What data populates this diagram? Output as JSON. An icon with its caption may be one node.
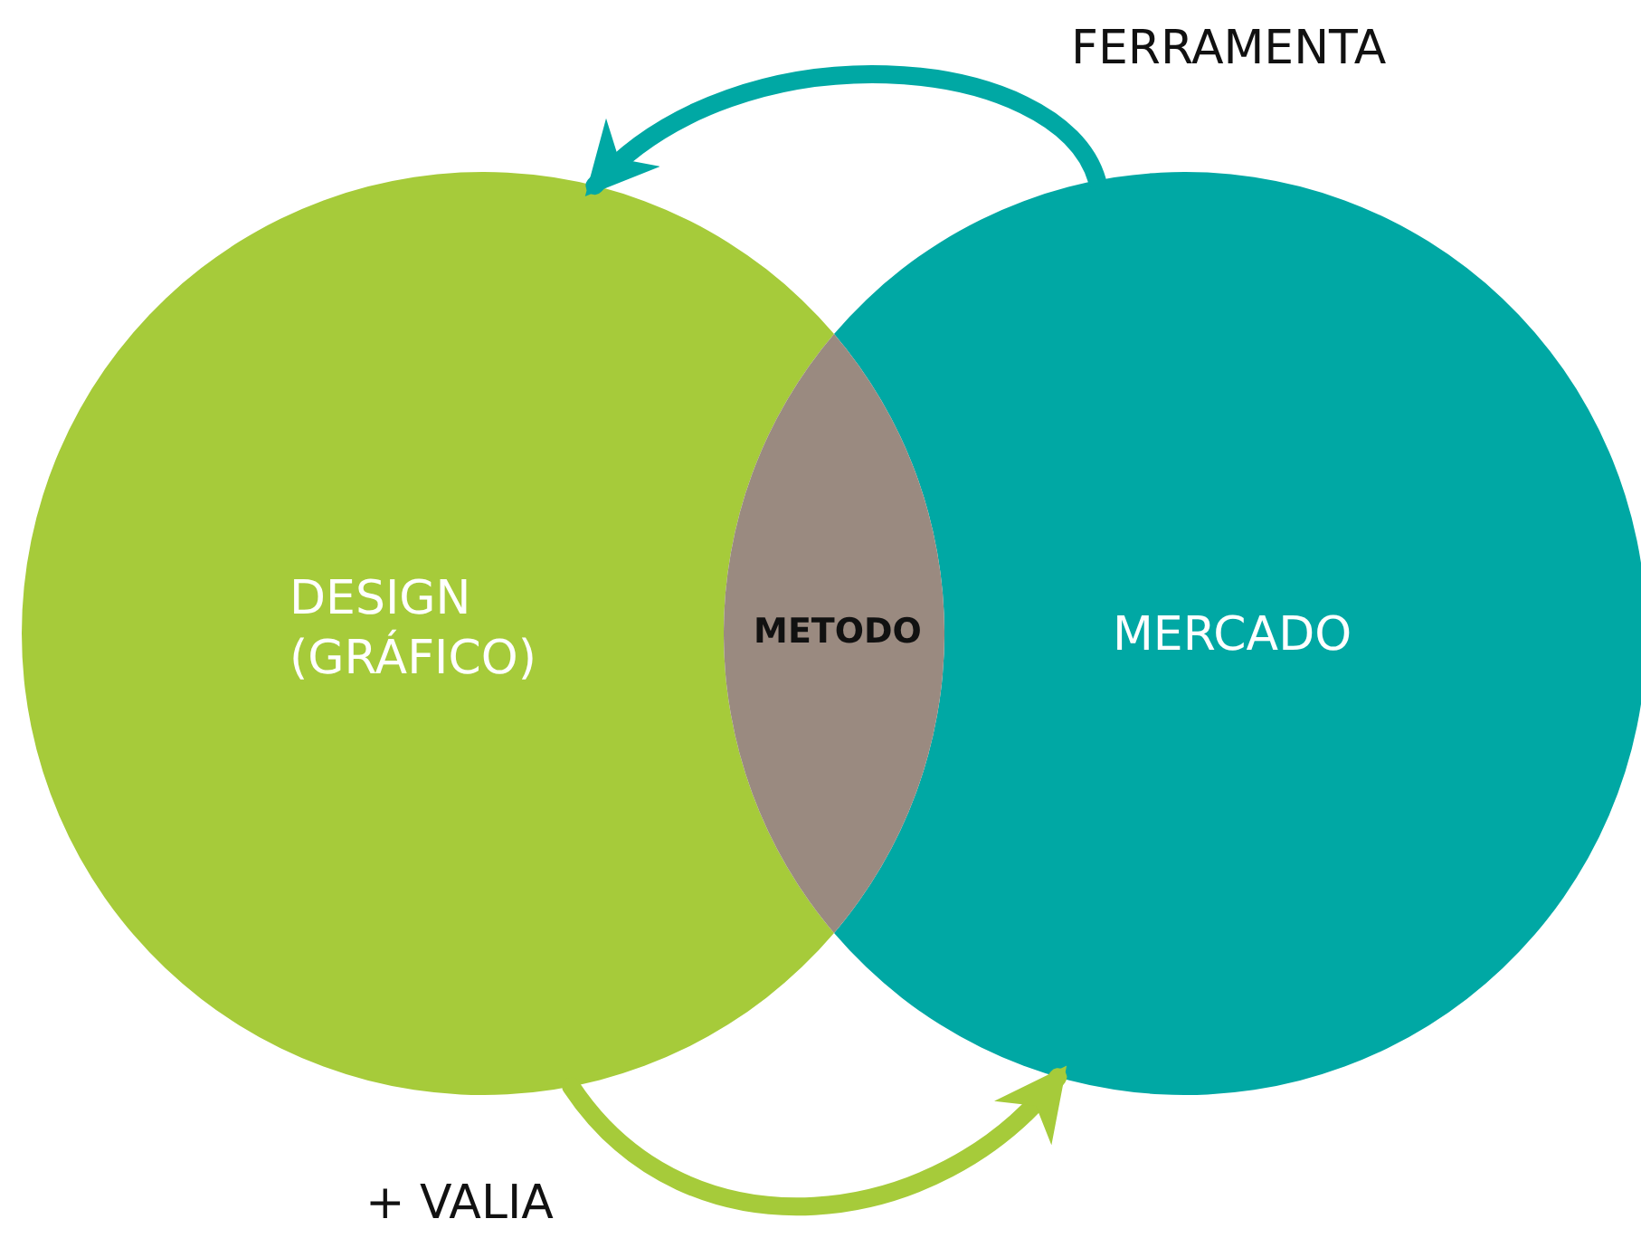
{
  "diagram": {
    "nodes": [
      {
        "text": [
          "DESIGN (GRÁFICO)"
        ]
      },
      {
        "text": [
          "MERCADO"
        ]
      },
      {
        "text": [
          "METODO"
        ]
      }
    ],
    "edges": [
      {
        "from": 1,
        "to": 0,
        "arrow": "to",
        "label": "FERRAMENTA",
        "color": "#00a8a4"
      },
      {
        "from": 0,
        "to": 1,
        "arrow": "to",
        "label": "+ VALIA",
        "color": "#a6cb3a"
      }
    ]
  }
}
